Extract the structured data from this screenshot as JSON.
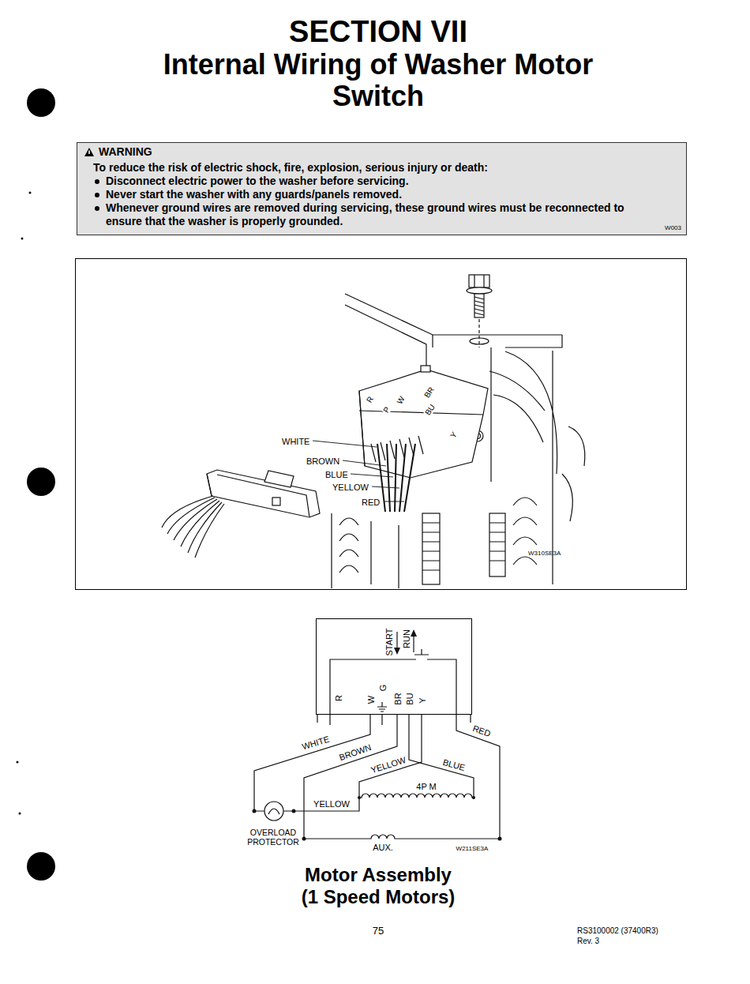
{
  "diagram": {
    "title": "Internal Wiring of Washer Motor Switch",
    "caption": "Motor Assembly (1 Speed Motors)",
    "nodes": [
      {
        "text": [
          "WARNING",
          "To reduce the risk of electric shock, fire, explosion, serious injury or death:",
          "Disconnect electric power to the washer before servicing.",
          "Never start the washer with any guards/panels removed.",
          "Whenever ground wires are removed during servicing, these ground wires must be reconnected to ensure that the washer is properly grounded.",
          "W003"
        ]
      },
      {
        "text": [
          "WHITE",
          "BROWN",
          "BLUE",
          "YELLOW",
          "RED",
          "R",
          "P",
          "W",
          "BR",
          "BU",
          "Y",
          "W310SE3A"
        ]
      },
      {
        "text": [
          "START",
          "RUN",
          "R",
          "W",
          "G",
          "BR",
          "BU",
          "Y"
        ]
      }
    ],
    "labels": [
      "SECTION VII",
      "WHITE",
      "BROWN",
      "YELLOW",
      "BLUE",
      "RED",
      "4P M",
      "YELLOW",
      "OVERLOAD PROTECTOR",
      "AUX.",
      "W211SE3A",
      "75",
      "RS3100002 (37400R3)",
      "Rev. 3"
    ]
  }
}
